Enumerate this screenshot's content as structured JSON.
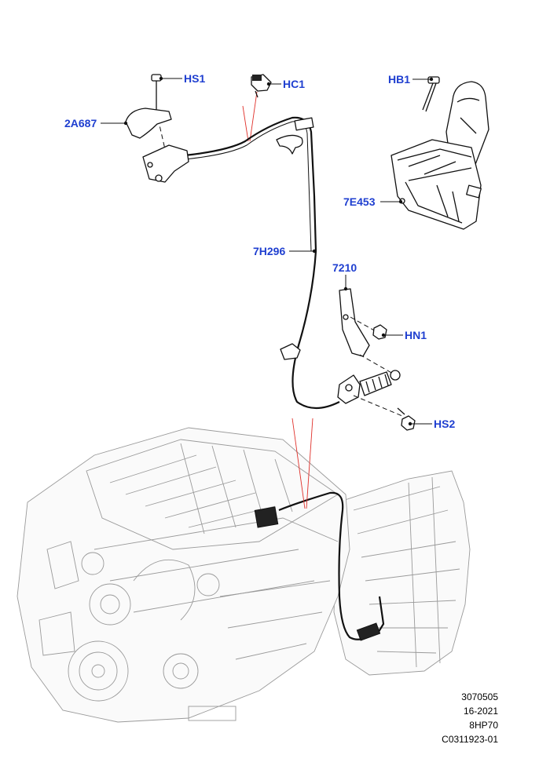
{
  "callouts": {
    "hs1": "HS1",
    "hc1": "HC1",
    "hb1": "HB1",
    "bracket": "2A687",
    "selector": "7E453",
    "cable": "7H296",
    "lever_bracket": "7210",
    "hn1": "HN1",
    "hs2": "HS2"
  },
  "footer": {
    "line1": "3070505",
    "line2": "16-2021",
    "line3": "8HP70",
    "line4": "C0311923-01"
  },
  "colors": {
    "callout_text": "#1f3fd0",
    "pointer_lines": "#e0302a",
    "line_art": "#111111",
    "engine_art": "#9a9a9a"
  }
}
